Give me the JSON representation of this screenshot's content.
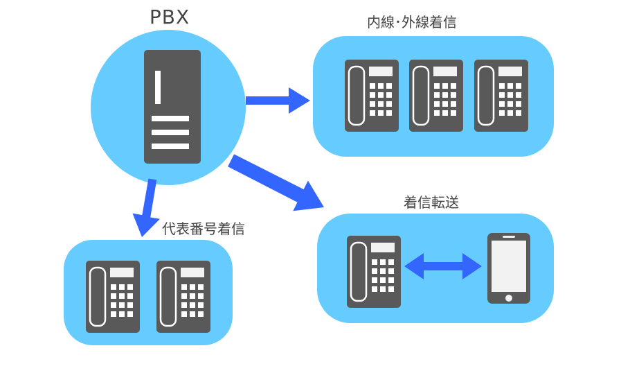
{
  "pbx": {
    "label": "PBX"
  },
  "groups": {
    "internal_external": {
      "label": "内線･外線着信"
    },
    "transfer": {
      "label": "着信転送"
    },
    "group_number": {
      "label": "代表番号着信"
    }
  },
  "colors": {
    "bubble": "#66ccff",
    "device": "#595959",
    "arrow": "#3366ff",
    "display": "#f2f2f2",
    "text": "#444444"
  },
  "icons": [
    "pbx-server-icon",
    "desk-phone-icon",
    "smartphone-icon",
    "arrow-icon",
    "double-arrow-icon"
  ]
}
